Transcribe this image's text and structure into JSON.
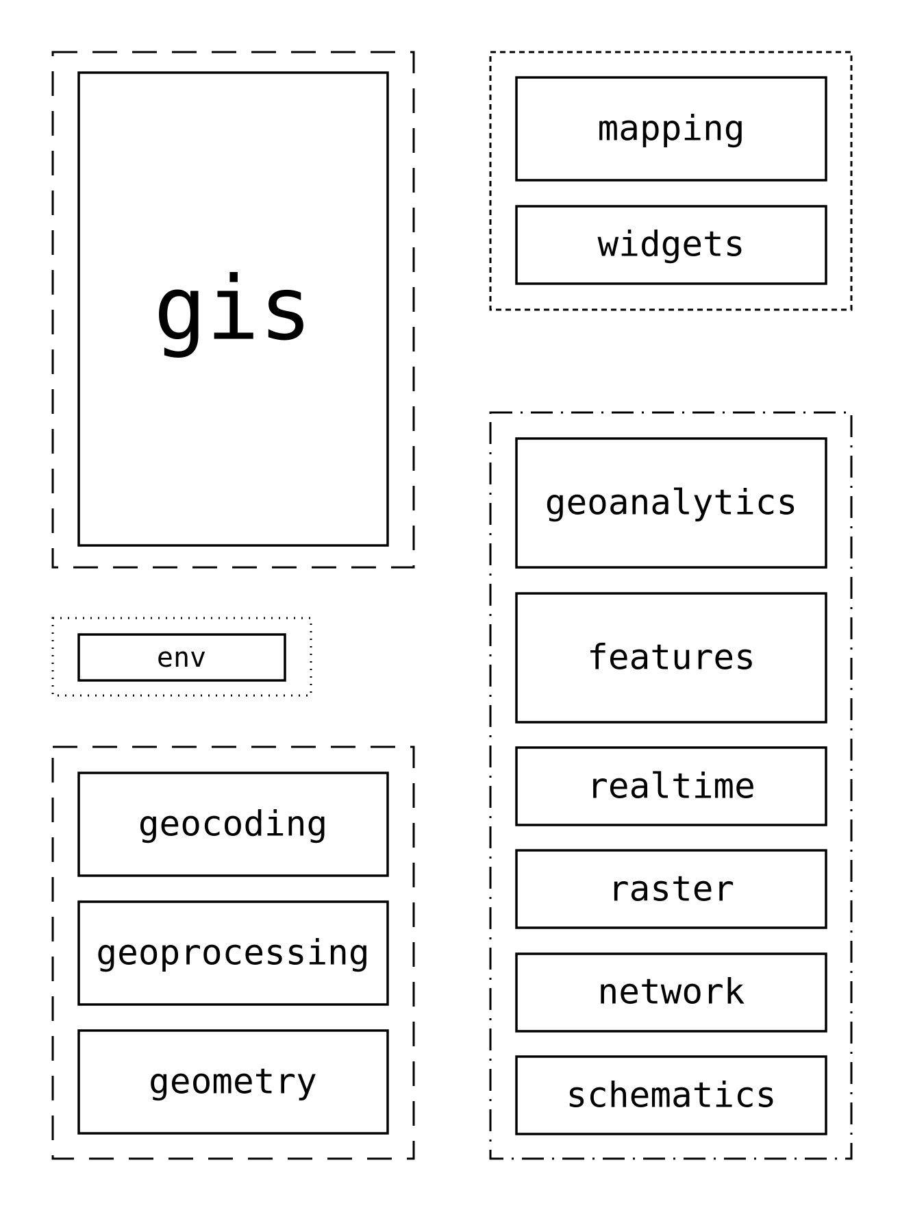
{
  "modules": {
    "gis": "gis",
    "mapping": "mapping",
    "widgets": "widgets",
    "env": "env",
    "geocoding": "geocoding",
    "geoprocessing": "geoprocessing",
    "geometry": "geometry",
    "geoanalytics": "geoanalytics",
    "features": "features",
    "realtime": "realtime",
    "raster": "raster",
    "network": "network",
    "schematics": "schematics"
  },
  "colors": {
    "stroke": "#000000",
    "background": "#ffffff"
  }
}
